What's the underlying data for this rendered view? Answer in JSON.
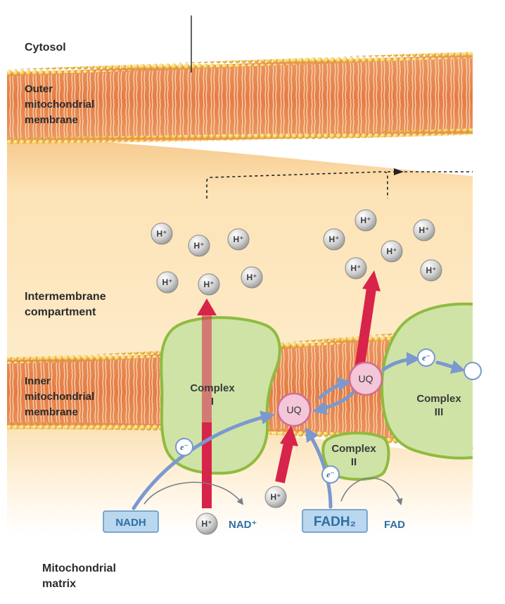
{
  "labels": {
    "cytosol": "Cytosol",
    "outer_membrane": [
      "Outer",
      "mitochondrial",
      "membrane"
    ],
    "intermembrane": [
      "Intermembrane",
      "compartment"
    ],
    "inner_membrane": [
      "Inner",
      "mitochondrial",
      "membrane"
    ],
    "matrix": [
      "Mitochondrial",
      "matrix"
    ]
  },
  "complexes": {
    "complex_1": [
      "Complex",
      "I"
    ],
    "complex_2": [
      "Complex",
      "II"
    ],
    "complex_3": [
      "Complex",
      "III"
    ]
  },
  "carriers": {
    "uq": "UQ",
    "nadh": "NADH",
    "nad_plus": "NAD⁺",
    "fadh2": "FADH₂",
    "fad": "FAD"
  },
  "symbols": {
    "proton": "H⁺",
    "electron": "e⁻"
  },
  "colors": {
    "membrane_orange": "#e9894f",
    "intermembrane_fill": "#fde3b6",
    "complex_green": "#cfe3a6",
    "complex_border": "#8fbb3f",
    "uq_pink": "#f3c7d8",
    "proton_arrow": "#d8244a",
    "electron_arrow": "#7b98cf"
  }
}
